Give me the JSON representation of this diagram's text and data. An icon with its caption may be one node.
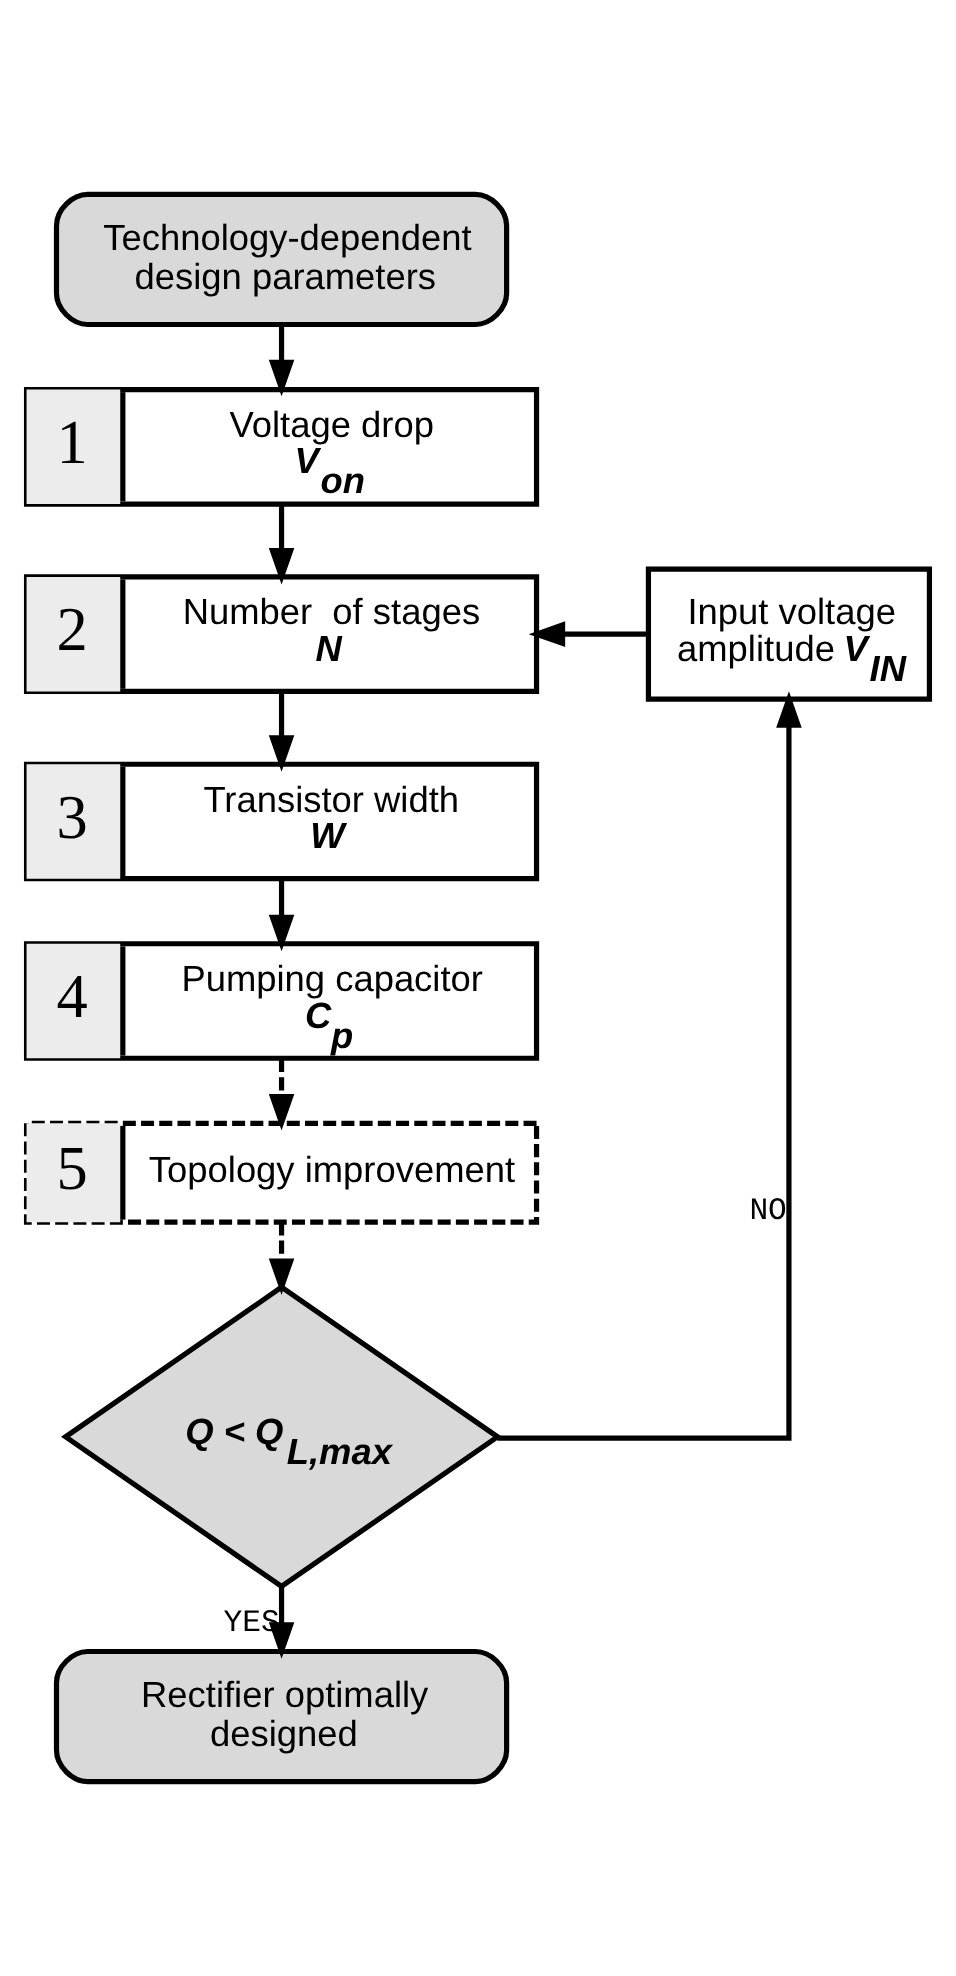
{
  "diagram": {
    "nodes": [
      {
        "text": [
          "Technology-dependent design parameters"
        ]
      },
      {
        "text": [
          "1",
          "Voltage drop",
          "V$_{on}$"
        ]
      },
      {
        "text": [
          "2",
          "Number  of stages",
          "N"
        ]
      },
      {
        "text": [
          "3",
          "Transistor width",
          "W"
        ]
      },
      {
        "text": [
          "4",
          "Pumping capacitor",
          "C$_{p}$"
        ]
      },
      {
        "text": [
          "5",
          "Topology improvement"
        ]
      },
      {
        "text": [
          "Input voltage amplitude **V$_{IN}$**"
        ]
      },
      {
        "text": [
          "Q < Q$_{L,max}$"
        ]
      },
      {
        "text": [
          "Rectifier optimally designed"
        ]
      }
    ],
    "edges": [
      {
        "from": 0,
        "to": 1,
        "arrow": "to"
      },
      {
        "from": 1,
        "to": 2,
        "arrow": "to"
      },
      {
        "from": 2,
        "to": 3,
        "arrow": "to"
      },
      {
        "from": 3,
        "to": 4,
        "arrow": "to"
      },
      {
        "from": 4,
        "to": 5,
        "arrow": "to",
        "style": "dashed"
      },
      {
        "from": 5,
        "to": 7,
        "arrow": "to",
        "style": "dashed"
      },
      {
        "from": 7,
        "to": 6,
        "arrow": "to",
        "label": "NO"
      },
      {
        "from": 6,
        "to": 2,
        "arrow": "to"
      },
      {
        "from": 7,
        "to": 8,
        "arrow": "to",
        "label": "YES"
      }
    ]
  }
}
